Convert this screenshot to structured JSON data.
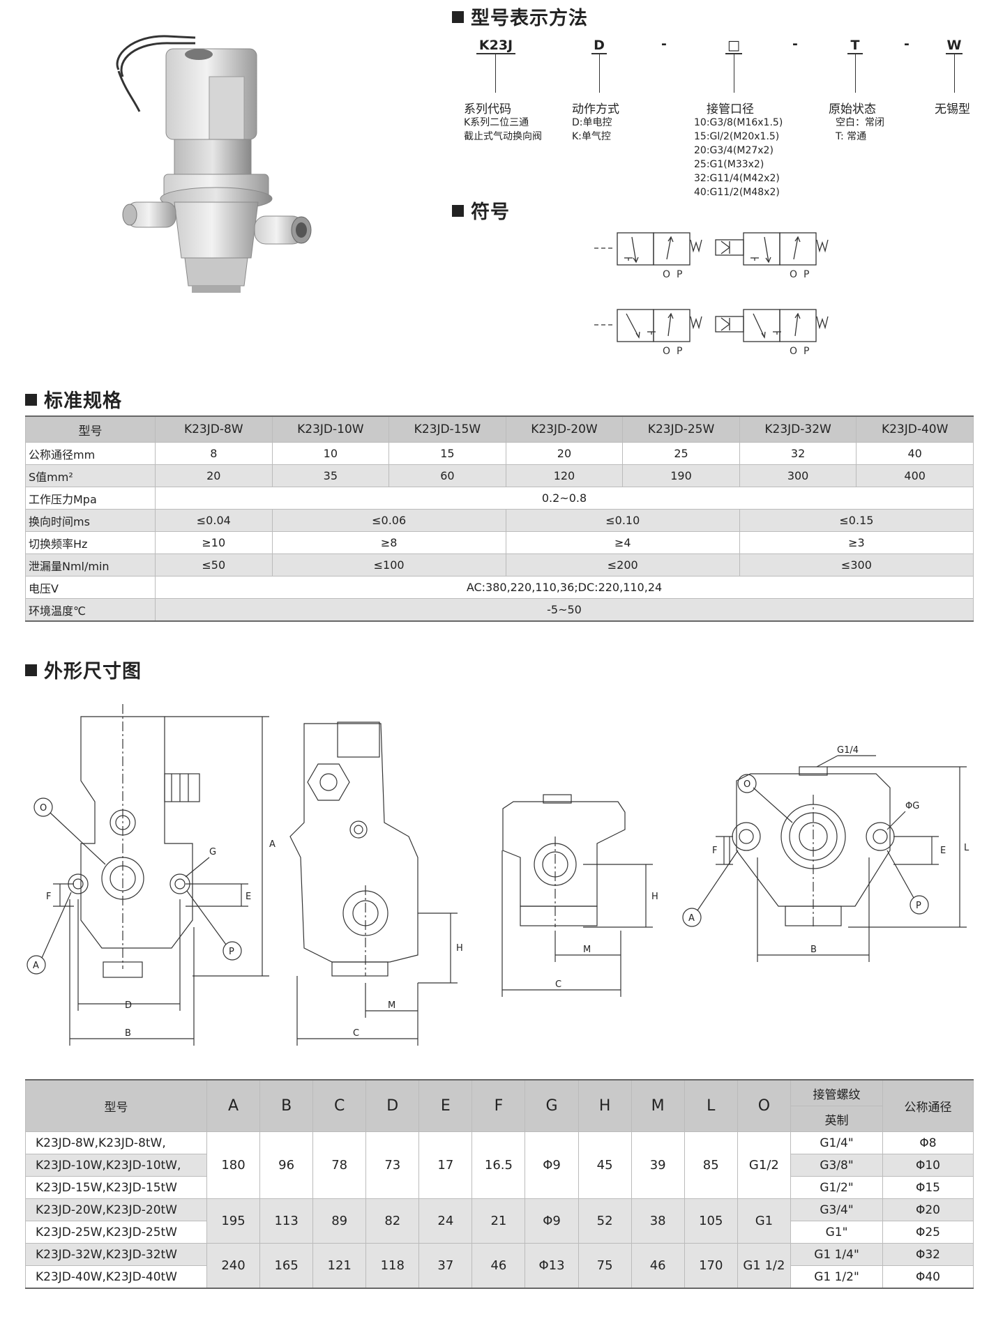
{
  "sections": {
    "model_method": "型号表示方法",
    "symbol": "符号",
    "spec": "标准规格",
    "outline": "外形尺寸图"
  },
  "model_code": {
    "parts": [
      {
        "code": "K23J",
        "title": "系列代码",
        "desc": [
          "K系列二位三通",
          "截止式气动换向阀"
        ]
      },
      {
        "code": "D",
        "title": "动作方式",
        "desc": [
          "D:单电控",
          "K:单气控"
        ]
      },
      {
        "code": "□",
        "title": "接管口径",
        "desc": [
          "10:G3/8(M16x1.5)",
          "15:Gl/2(M20x1.5)",
          "20:G3/4(M27x2)",
          "25:G1(M33x2)",
          "32:G11/4(M42x2)",
          "40:G11/2(M48x2)"
        ]
      },
      {
        "code": "T",
        "title": "原始状态",
        "desc": [
          "空白：常闭",
          "T: 常通"
        ]
      },
      {
        "code": "W",
        "title": "无锡型",
        "desc": []
      }
    ],
    "dash": "-"
  },
  "symbol_labels": {
    "o": "O",
    "p": "P",
    "w": "W"
  },
  "spec_table": {
    "header": [
      "型号",
      "K23JD-8W",
      "K23JD-10W",
      "K23JD-15W",
      "K23JD-20W",
      "K23JD-25W",
      "K23JD-32W",
      "K23JD-40W"
    ],
    "nominal": {
      "label": "公称通径mm",
      "values": [
        "8",
        "10",
        "15",
        "20",
        "25",
        "32",
        "40"
      ]
    },
    "s_value": {
      "label": "S值mm²",
      "values": [
        "20",
        "35",
        "60",
        "120",
        "190",
        "300",
        "400"
      ]
    },
    "pressure": {
      "label": "工作压力Mpa",
      "value": "0.2~0.8"
    },
    "switch_time": {
      "label": "换向时间ms",
      "values": [
        "≤0.04",
        "≤0.06",
        "≤0.10",
        "≤0.15"
      ]
    },
    "frequency": {
      "label": "切换频率Hz",
      "values": [
        "≥10",
        "≥8",
        "≥4",
        "≥3"
      ]
    },
    "leakage": {
      "label": "泄漏量Nml/min",
      "values": [
        "≤50",
        "≤100",
        "≤200",
        "≤300"
      ]
    },
    "voltage": {
      "label": "电压V",
      "value": "AC:380,220,110,36;DC:220,110,24"
    },
    "temperature": {
      "label": "环境温度℃",
      "value": "-5~50"
    }
  },
  "drawing_labels": {
    "O": "O",
    "A": "A",
    "P": "P",
    "G": "G",
    "F": "F",
    "E": "E",
    "Adim": "A",
    "B": "B",
    "C": "C",
    "D": "D",
    "H": "H",
    "M": "M",
    "L": "L",
    "G14": "G1/4",
    "PhiG": "ΦG"
  },
  "dim_table": {
    "header": [
      "型号",
      "A",
      "B",
      "C",
      "D",
      "E",
      "F",
      "G",
      "H",
      "M",
      "L",
      "O"
    ],
    "pipe_thread": "接管螺纹",
    "pipe_sub": "英制",
    "nominal": "公称通径",
    "groups": [
      {
        "models": [
          "K23JD-8W,K23JD-8tW,",
          "K23JD-10W,K23JD-10tW,",
          "K23JD-15W,K23JD-15tW"
        ],
        "values": [
          "180",
          "96",
          "78",
          "73",
          "17",
          "16.5",
          "Φ9",
          "45",
          "39",
          "85",
          "G1/2"
        ],
        "threads": [
          "G1/4\"",
          "G3/8\"",
          "G1/2\""
        ],
        "diam": [
          "Φ8",
          "Φ10",
          "Φ15"
        ]
      },
      {
        "models": [
          "K23JD-20W,K23JD-20tW",
          "K23JD-25W,K23JD-25tW"
        ],
        "values": [
          "195",
          "113",
          "89",
          "82",
          "24",
          "21",
          "Φ9",
          "52",
          "38",
          "105",
          "G1"
        ],
        "threads": [
          "G3/4\"",
          "G1\""
        ],
        "diam": [
          "Φ20",
          "Φ25"
        ]
      },
      {
        "models": [
          "K23JD-32W,K23JD-32tW",
          "K23JD-40W,K23JD-40tW"
        ],
        "values": [
          "240",
          "165",
          "121",
          "118",
          "37",
          "46",
          "Φ13",
          "75",
          "46",
          "170",
          "G1 1/2"
        ],
        "threads": [
          "G1 1/4\"",
          "G1 1/2\""
        ],
        "diam": [
          "Φ32",
          "Φ40"
        ]
      }
    ]
  }
}
